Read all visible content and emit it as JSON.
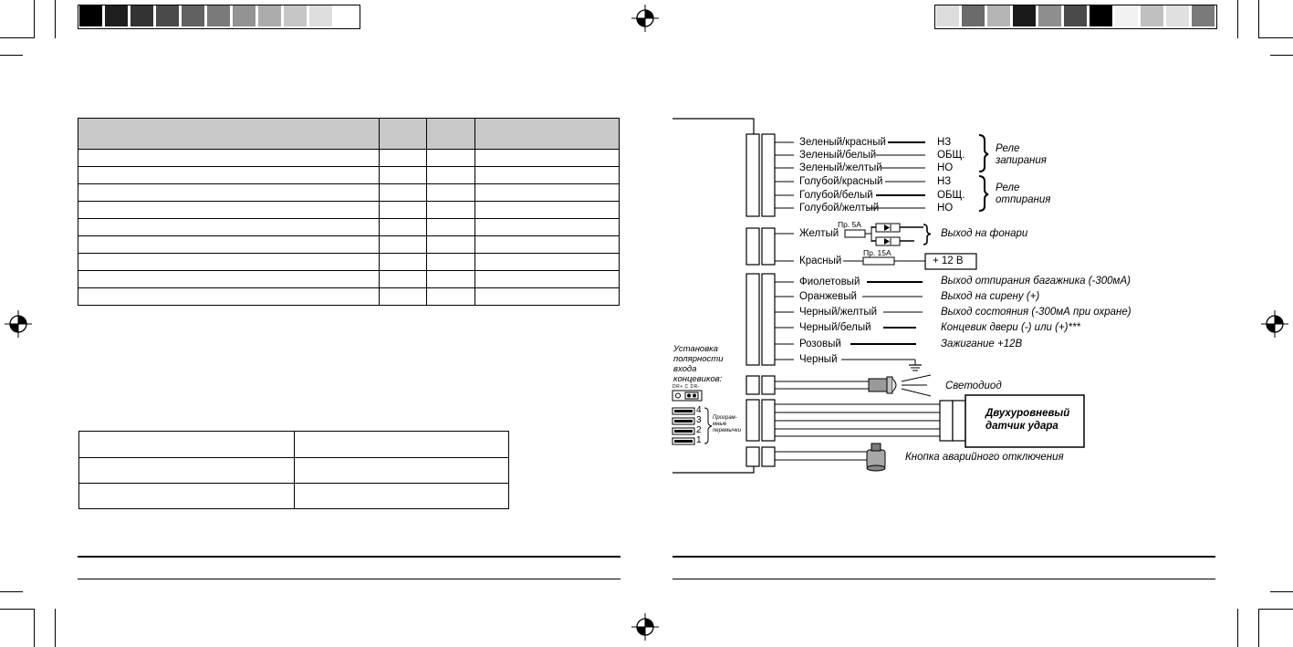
{
  "color_bars": {
    "left": [
      "#000000",
      "#1e1e1e",
      "#333333",
      "#4a4a4a",
      "#616161",
      "#7a7a7a",
      "#939393",
      "#acacac",
      "#c6c6c6",
      "#dedede",
      "#ffffff"
    ],
    "right": [
      "#dcdcdc",
      "#6b6b6b",
      "#b4b4b4",
      "#1a1a1a",
      "#8e8e8e",
      "#4a4a4a",
      "#000000",
      "#f2f2f2",
      "#c0c0c0",
      "#e0e0e0",
      "#7a7a7a"
    ]
  },
  "wiring": {
    "relay_lock": {
      "wires": [
        "Зеленый/красный",
        "Зеленый/белый",
        "Зеленый/желтый"
      ],
      "contacts": [
        "НЗ",
        "ОБЩ.",
        "НО"
      ],
      "label": "Реле\nзапирания"
    },
    "relay_unlock": {
      "wires": [
        "Голубой/красный",
        "Голубой/белый",
        "Голубой/желтый"
      ],
      "contacts": [
        "НЗ",
        "ОБЩ.",
        "НО"
      ],
      "label": "Реле\nотпирания"
    },
    "yellow": {
      "wire": "Желтый",
      "fuse": "Пр. 5А",
      "output": "Выход на фонари"
    },
    "red": {
      "wire": "Красный",
      "fuse": "Пр. 15А",
      "supply": "+ 12 В"
    },
    "outputs": [
      {
        "wire": "Фиолетовый",
        "desc": "Выход отпирания багажника (-300мА)"
      },
      {
        "wire": "Оранжевый",
        "desc": "Выход на сирену (+)"
      },
      {
        "wire": "Черный/желтый",
        "desc": "Выход состояния (-300мА при охране)"
      },
      {
        "wire": "Черный/белый",
        "desc": "Концевик двери (-) или (+)***"
      },
      {
        "wire": "Розовый",
        "desc": "Зажигание +12В"
      },
      {
        "wire": "Черный",
        "desc": ""
      }
    ],
    "polarity": {
      "label": "Установка\nполярности\nвхода\nконцевиков:",
      "switch_text": "DR+ C DR-"
    },
    "led": "Светодиод",
    "jumpers": {
      "numbers": [
        "4",
        "3",
        "2",
        "1"
      ],
      "label": "Програм-\nмные\nперемычки"
    },
    "shock_sensor": "Двухуровневый\nдатчик удара",
    "emergency_button": "Кнопка аварийного отключения"
  }
}
